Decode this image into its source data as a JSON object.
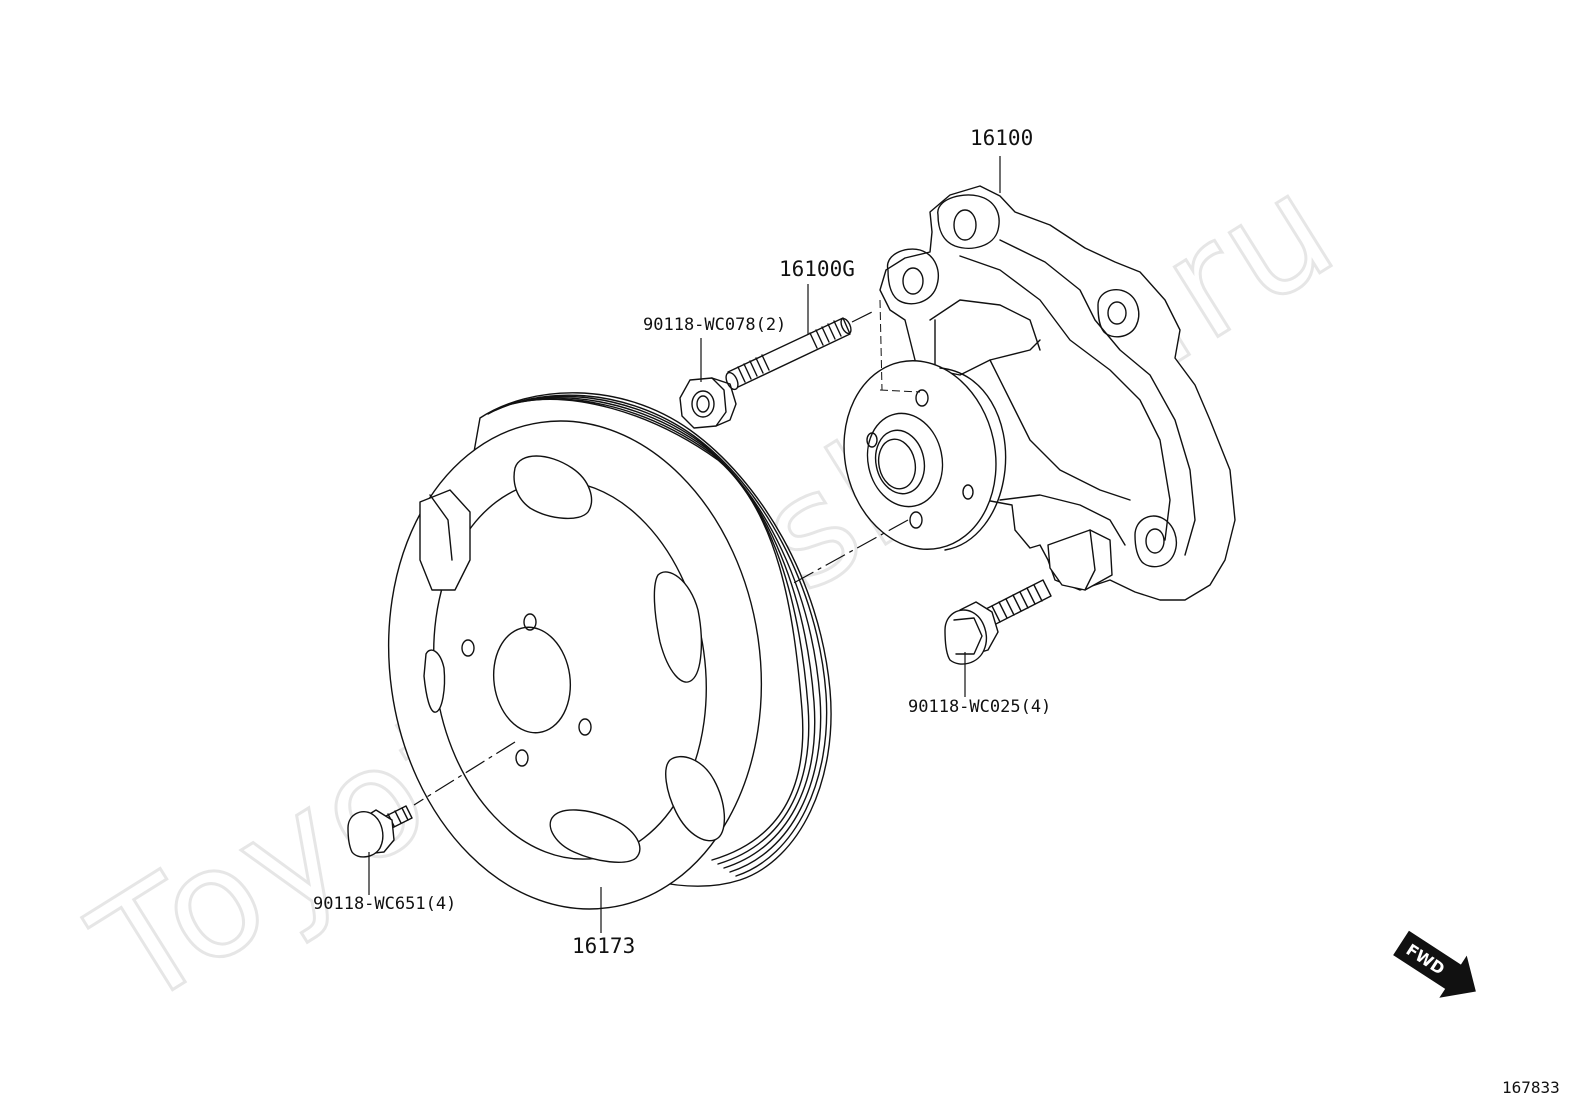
{
  "watermark": "ToyotaCarshine.ru",
  "parts": {
    "water_pump": "16100",
    "gasket": "16100G",
    "nut": "90118-WC078(2)",
    "pump_bolt": "90118-WC025(4)",
    "pulley": "16173",
    "pulley_bolt": "90118-WC651(4)"
  },
  "fwd_label": "FWD",
  "diagram_id": "167833"
}
